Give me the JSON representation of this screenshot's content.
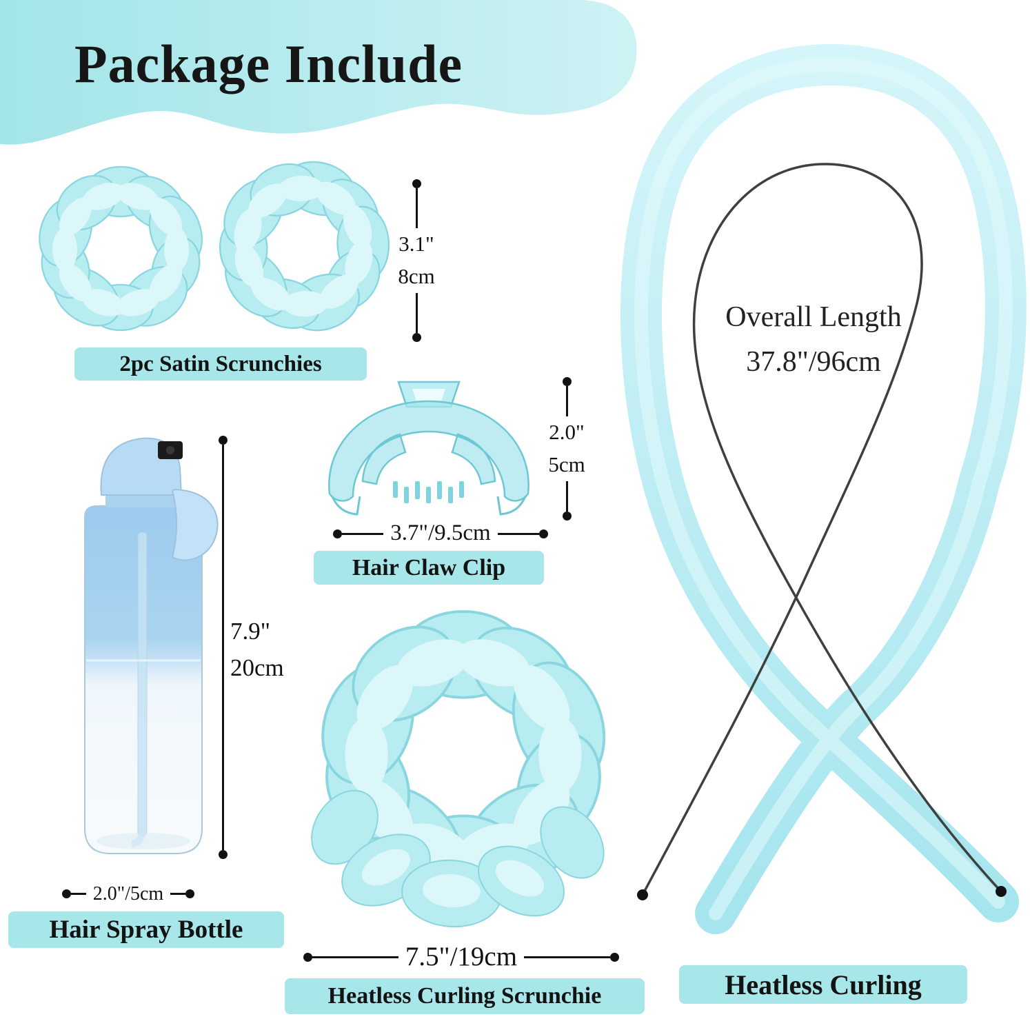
{
  "title": "Package Include",
  "labels": {
    "scrunchies": "2pc Satin Scrunchies",
    "claw_clip": "Hair Claw Clip",
    "spray_bottle": "Hair Spray Bottle",
    "curling_scrunchie": "Heatless Curling Scrunchie",
    "curling_rod": "Heatless Curling"
  },
  "measurements": {
    "scrunchie_height_in": "3.1\"",
    "scrunchie_height_cm": "8cm",
    "clip_height_in": "2.0\"",
    "clip_height_cm": "5cm",
    "clip_width": "3.7\"/9.5cm",
    "bottle_height_in": "7.9\"",
    "bottle_height_cm": "20cm",
    "bottle_width": "2.0\"/5cm",
    "curling_scrunchie_width": "7.5\"/19cm",
    "rod_length_line1": "Overall Length",
    "rod_length_line2": "37.8\"/96cm"
  },
  "colors": {
    "label_bg": "#a7e6e9",
    "product": "#b7ecf1",
    "product_edge": "#8ad6e0",
    "text": "#111111"
  }
}
